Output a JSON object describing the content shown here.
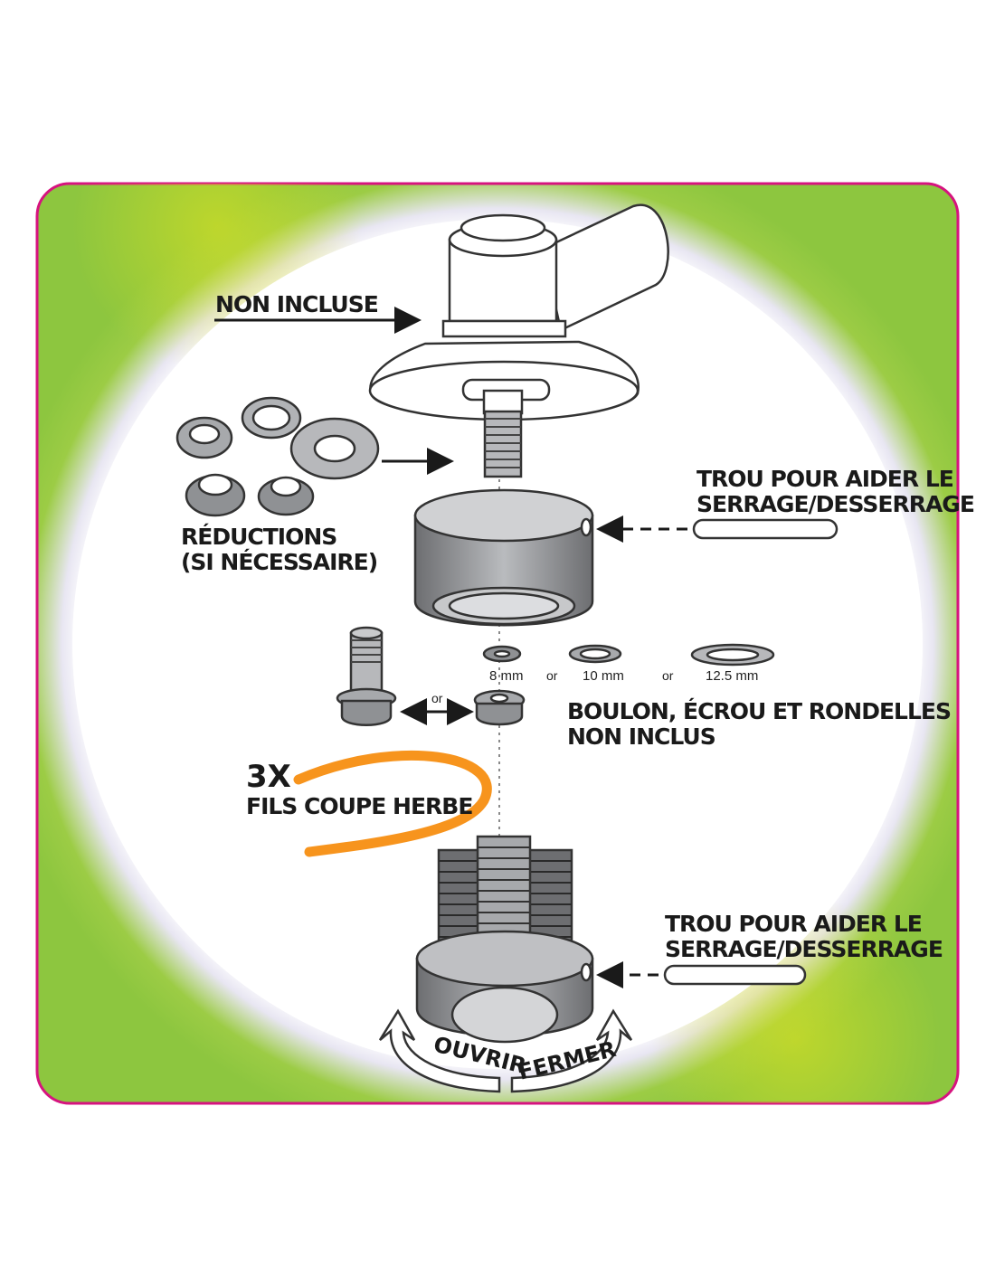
{
  "labels": {
    "non_incluse": "NON INCLUSE",
    "trou_top_1": "TROU POUR AIDER LE",
    "trou_top_2": "SERRAGE/DESSERRAGE",
    "reductions_1": "RÉDUCTIONS",
    "reductions_2": "(SI NÉCESSAIRE)",
    "or_bolt": "or",
    "washer_8": "8 mm",
    "or_1": "or",
    "washer_10": "10 mm",
    "or_2": "or",
    "washer_125": "12.5 mm",
    "boulon_1": "BOULON, ÉCROU ET RONDELLES",
    "boulon_2": "NON INCLUS",
    "qty": "3X",
    "fils": "FILS COUPE HERBE",
    "trou_bot_1": "TROU POUR AIDER LE",
    "trou_bot_2": "SERRAGE/DESSERRAGE",
    "ouvrir": "OUVRIR",
    "fermer": "FERMER"
  },
  "colors": {
    "frame_border": "#d6137f",
    "green": "#8dc63f",
    "yellow": "#d9e021",
    "line_orange": "#f7941d",
    "metal": "#a7a9ac",
    "metal_dark": "#6d6e71"
  }
}
